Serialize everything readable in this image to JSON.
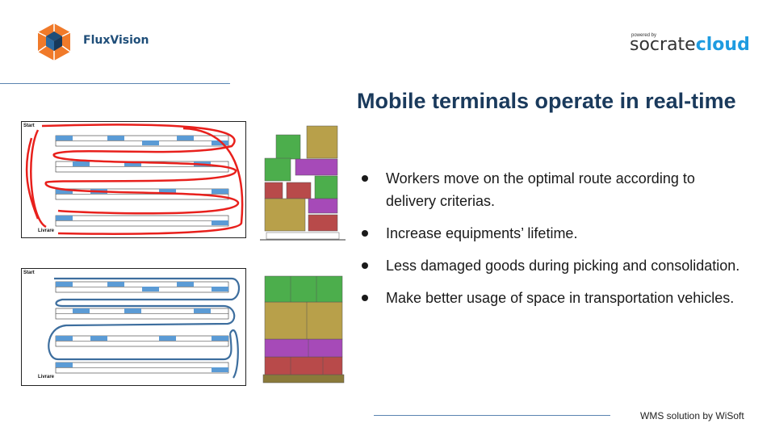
{
  "header": {
    "brand_name": "FluxVision",
    "powered_by": "powered by",
    "partner_name_part1": "socrate",
    "partner_name_part2": "cloud",
    "logo_icon": "cube-hexagon-icon",
    "accent_blue": "#1e9be0",
    "brand_orange": "#f07a2a"
  },
  "slide": {
    "title": "Mobile terminals operate in real-time",
    "bullets": [
      "Workers move on the optimal route according to delivery criterias.",
      "Increase equipments’ lifetime.",
      "Less damaged goods during picking and consolidation.",
      "Make better usage of space in transportation vehicles."
    ]
  },
  "diagrams": {
    "top": {
      "start_label": "Start",
      "end_label": "Livrare",
      "route_color": "#e8201c"
    },
    "bottom": {
      "start_label": "Start",
      "end_label": "Livrare",
      "route_color": "#3d6e9e"
    }
  },
  "footer": {
    "text": "WMS solution by WiSoft"
  }
}
